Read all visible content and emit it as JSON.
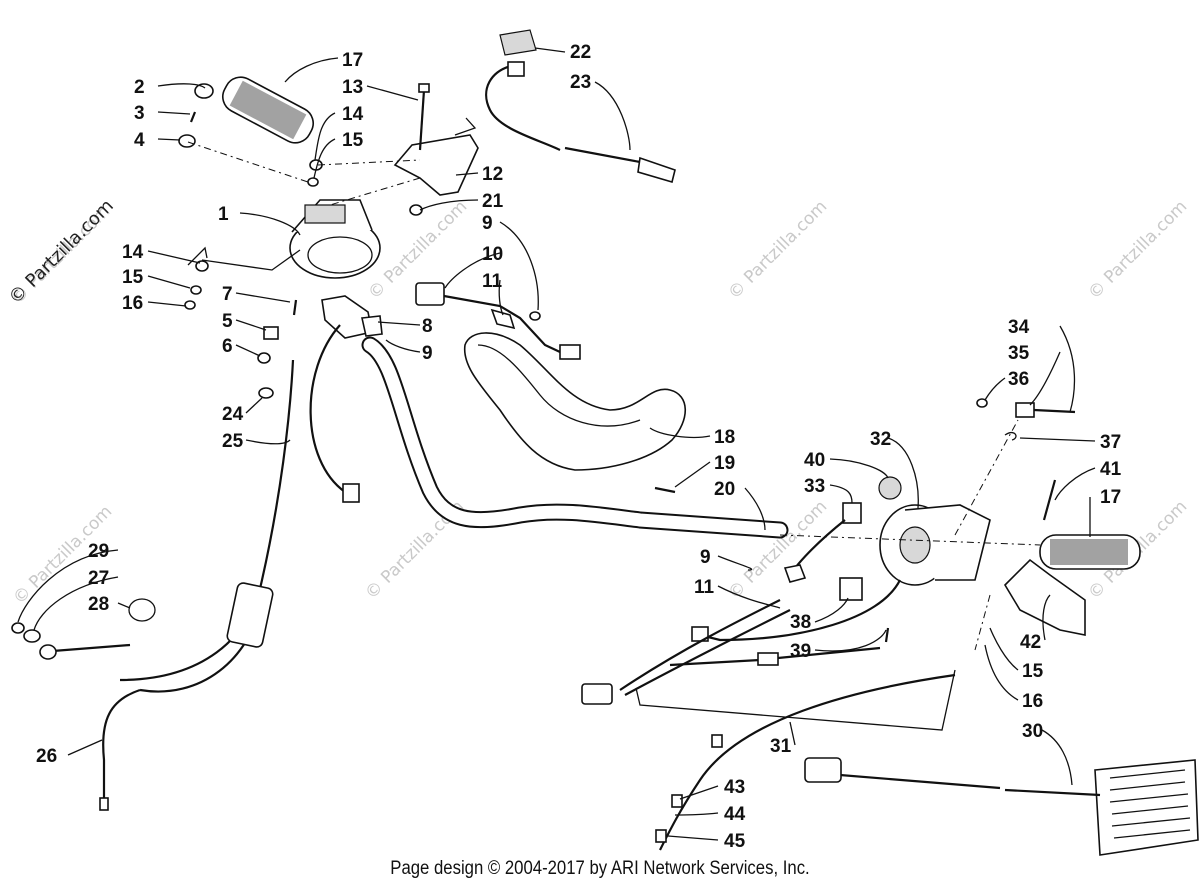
{
  "watermark": "© Partzilla.com",
  "footer": "Page design © 2004-2017 by ARI Network Services, Inc.",
  "callouts": [
    {
      "id": "c2",
      "label": "2"
    },
    {
      "id": "c3",
      "label": "3"
    },
    {
      "id": "c4",
      "label": "4"
    },
    {
      "id": "c17a",
      "label": "17"
    },
    {
      "id": "c13",
      "label": "13"
    },
    {
      "id": "c14a",
      "label": "14"
    },
    {
      "id": "c15a",
      "label": "15"
    },
    {
      "id": "c22",
      "label": "22"
    },
    {
      "id": "c23",
      "label": "23"
    },
    {
      "id": "c12",
      "label": "12"
    },
    {
      "id": "c21",
      "label": "21"
    },
    {
      "id": "c1",
      "label": "1"
    },
    {
      "id": "c9a",
      "label": "9"
    },
    {
      "id": "c10",
      "label": "10"
    },
    {
      "id": "c11a",
      "label": "11"
    },
    {
      "id": "c14b",
      "label": "14"
    },
    {
      "id": "c15b",
      "label": "15"
    },
    {
      "id": "c16a",
      "label": "16"
    },
    {
      "id": "c7",
      "label": "7"
    },
    {
      "id": "c5",
      "label": "5"
    },
    {
      "id": "c6",
      "label": "6"
    },
    {
      "id": "c8",
      "label": "8"
    },
    {
      "id": "c9b",
      "label": "9"
    },
    {
      "id": "c24",
      "label": "24"
    },
    {
      "id": "c25",
      "label": "25"
    },
    {
      "id": "c18",
      "label": "18"
    },
    {
      "id": "c19",
      "label": "19"
    },
    {
      "id": "c20",
      "label": "20"
    },
    {
      "id": "c34",
      "label": "34"
    },
    {
      "id": "c35",
      "label": "35"
    },
    {
      "id": "c36",
      "label": "36"
    },
    {
      "id": "c37",
      "label": "37"
    },
    {
      "id": "c32",
      "label": "32"
    },
    {
      "id": "c40",
      "label": "40"
    },
    {
      "id": "c41",
      "label": "41"
    },
    {
      "id": "c33",
      "label": "33"
    },
    {
      "id": "c17b",
      "label": "17"
    },
    {
      "id": "c29",
      "label": "29"
    },
    {
      "id": "c27",
      "label": "27"
    },
    {
      "id": "c28",
      "label": "28"
    },
    {
      "id": "c9c",
      "label": "9"
    },
    {
      "id": "c11b",
      "label": "11"
    },
    {
      "id": "c38",
      "label": "38"
    },
    {
      "id": "c42",
      "label": "42"
    },
    {
      "id": "c15c",
      "label": "15"
    },
    {
      "id": "c39",
      "label": "39"
    },
    {
      "id": "c16b",
      "label": "16"
    },
    {
      "id": "c26",
      "label": "26"
    },
    {
      "id": "c31",
      "label": "31"
    },
    {
      "id": "c30",
      "label": "30"
    },
    {
      "id": "c43",
      "label": "43"
    },
    {
      "id": "c44",
      "label": "44"
    },
    {
      "id": "c45",
      "label": "45"
    }
  ]
}
